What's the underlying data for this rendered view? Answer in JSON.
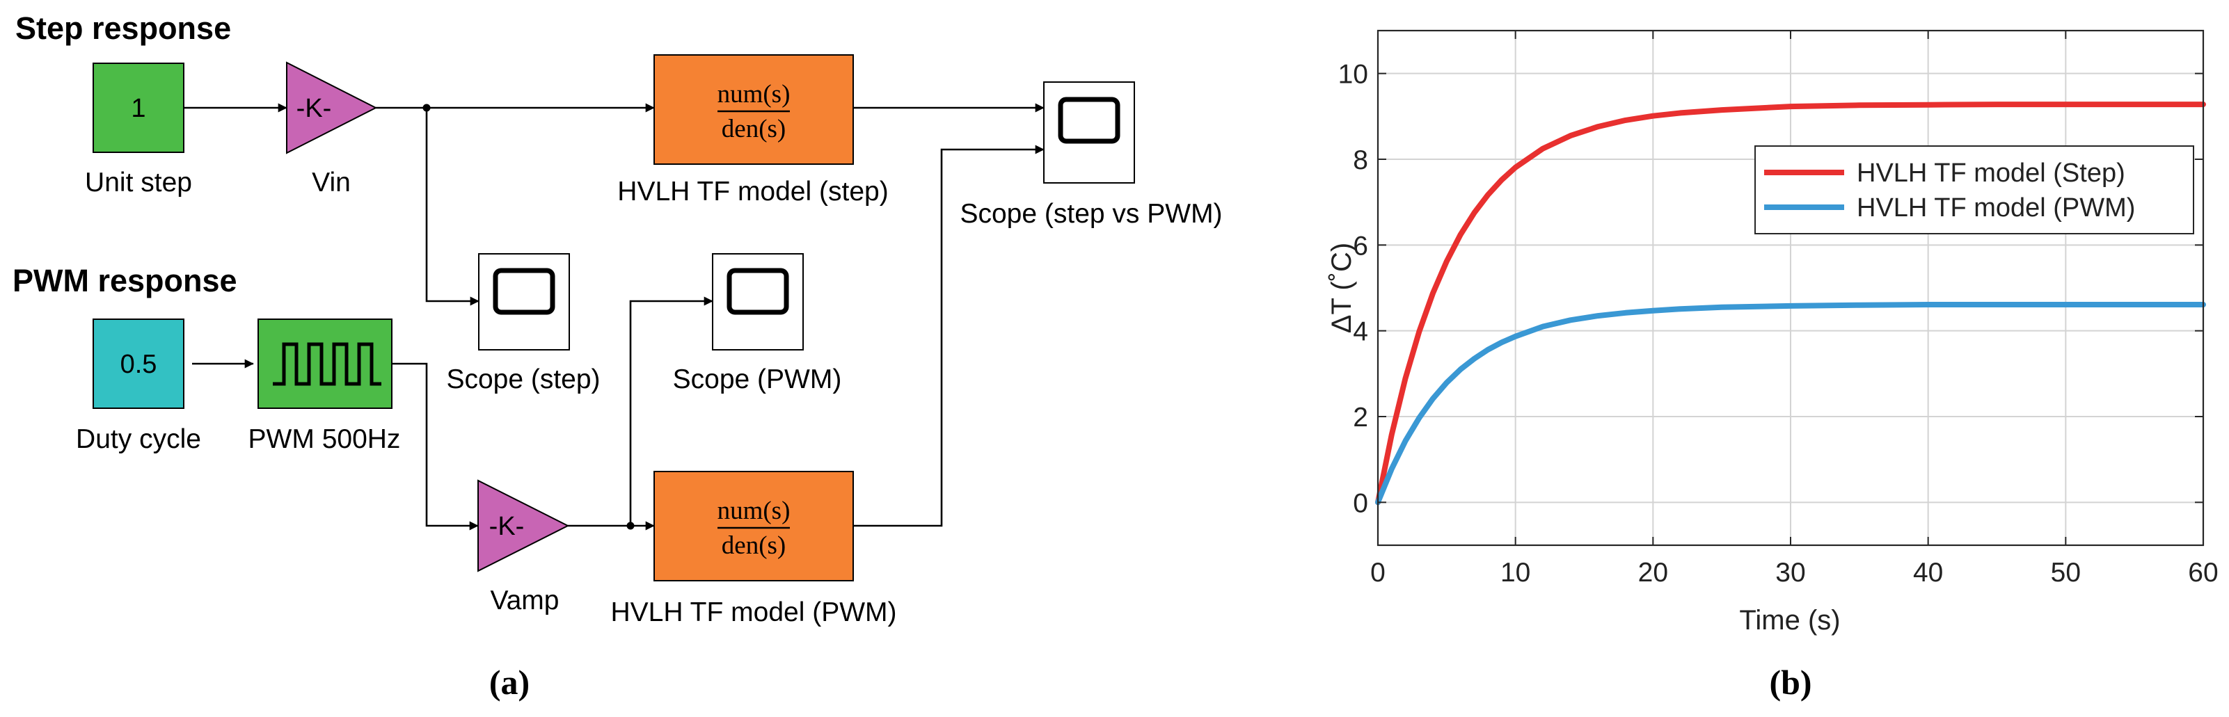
{
  "colors": {
    "title_blue": "#1f6fb4",
    "const_green": "#4cbb47",
    "const_cyan": "#33c1c3",
    "gain_magenta": "#c865b4",
    "tf_orange": "#f58233",
    "pwm_green": "#4cbb47",
    "series_step": "#e8302f",
    "series_pwm": "#3a98d4"
  },
  "diagram": {
    "step_title": "Step response",
    "pwm_title": "PWM response",
    "unit_step_value": "1",
    "unit_step_label": "Unit step",
    "vin_gain_text": "-K-",
    "vin_label": "Vin",
    "tf_step_num": "num(s)",
    "tf_step_den": "den(s)",
    "tf_step_label": "HVLH TF model (step)",
    "scope_compare_label": "Scope (step vs PWM)",
    "scope_step_label": "Scope (step)",
    "scope_pwm_label": "Scope (PWM)",
    "duty_value": "0.5",
    "duty_label": "Duty cycle",
    "pwm_label": "PWM 500Hz",
    "vamp_gain_text": "-K-",
    "vamp_label": "Vamp",
    "tf_pwm_num": "num(s)",
    "tf_pwm_den": "den(s)",
    "tf_pwm_label": "HVLH TF model (PWM)",
    "icons": [
      "scope-icon",
      "pulse-train-icon",
      "gain-triangle-icon"
    ]
  },
  "captions": {
    "a": "(a)",
    "b": "(b)"
  },
  "chart_data": {
    "type": "line",
    "title": "",
    "xlabel": "Time (s)",
    "ylabel": "ΔT (˚C)",
    "xlim": [
      0,
      60
    ],
    "ylim": [
      -1,
      11
    ],
    "xticks": [
      0,
      10,
      20,
      30,
      40,
      50,
      60
    ],
    "yticks": [
      0,
      2,
      4,
      6,
      8,
      10
    ],
    "grid": true,
    "legend_position": "top-right",
    "x": [
      0,
      1,
      2,
      3,
      4,
      5,
      6,
      7,
      8,
      9,
      10,
      12,
      14,
      16,
      18,
      20,
      22,
      25,
      30,
      35,
      40,
      45,
      50,
      55,
      60
    ],
    "series": [
      {
        "name": "HVLH TF model (Step)",
        "values": [
          0,
          1.58,
          2.89,
          3.98,
          4.88,
          5.62,
          6.24,
          6.75,
          7.17,
          7.52,
          7.81,
          8.25,
          8.55,
          8.76,
          8.91,
          9.01,
          9.08,
          9.15,
          9.23,
          9.26,
          9.27,
          9.28,
          9.28,
          9.28,
          9.28
        ]
      },
      {
        "name": "HVLH TF model (PWM)",
        "values": [
          0,
          0.78,
          1.43,
          1.97,
          2.42,
          2.79,
          3.1,
          3.35,
          3.56,
          3.73,
          3.87,
          4.1,
          4.25,
          4.35,
          4.42,
          4.47,
          4.51,
          4.55,
          4.58,
          4.6,
          4.61,
          4.61,
          4.61,
          4.61,
          4.61
        ]
      }
    ]
  }
}
